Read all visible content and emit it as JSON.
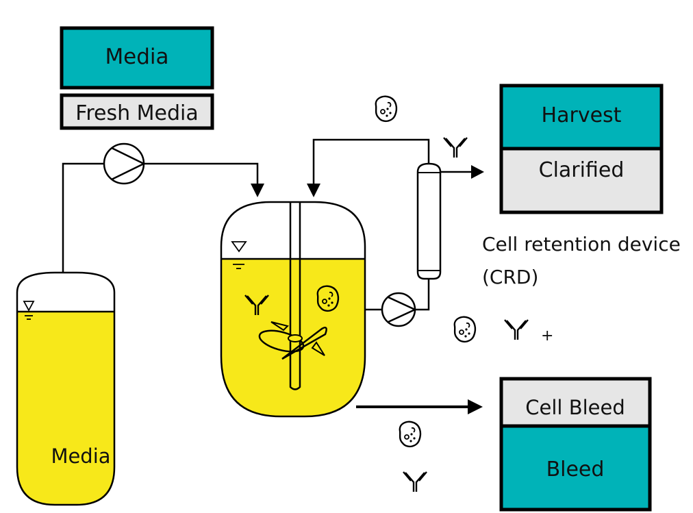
{
  "colors": {
    "teal": "#00b3b8",
    "light_gray": "#e6e6e6",
    "yellow": "#f7e81a",
    "line": "#000000"
  },
  "media_legend": {
    "top_label": "Media",
    "bottom_label": "Fresh Media"
  },
  "harvest_legend": {
    "top_label": "Harvest",
    "bottom_label": "Clarified"
  },
  "bleed_legend": {
    "top_label": "Cell Bleed",
    "bottom_label": "Bleed"
  },
  "media_tank": {
    "label": "Media"
  },
  "crd": {
    "label_line1": "Cell retention device",
    "label_line2": "(CRD)",
    "recycle_plus": "+"
  },
  "icons": [
    "cell-icon",
    "antibody-icon",
    "pump-icon",
    "level-indicator-icon",
    "impeller-icon",
    "arrow-icon"
  ]
}
